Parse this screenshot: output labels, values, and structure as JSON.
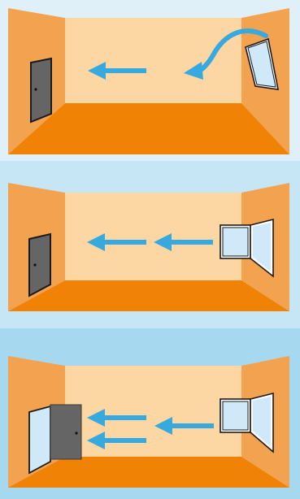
{
  "title": "",
  "colors": {
    "band_top": "#dff0f9",
    "band_middle": "#c6e6f5",
    "band_bottom": "#a6d9ef",
    "back_wall": "#fcd7a4",
    "side_wall": "#f3a350",
    "floor": "#f08205",
    "arrow": "#36a9df",
    "door": "#656565",
    "door_frame": "#1a1a1a",
    "glass": "#cfe9f8"
  },
  "panels": [
    {
      "name": "window-tilted",
      "window_state": "tilted",
      "door_state": "closed",
      "arrow_count": 2,
      "curved_arrow": true
    },
    {
      "name": "window-open",
      "window_state": "open",
      "door_state": "closed",
      "arrow_count": 2,
      "curved_arrow": false
    },
    {
      "name": "cross-ventilation",
      "window_state": "open",
      "door_state": "open",
      "arrow_count": 3,
      "curved_arrow": false
    }
  ]
}
